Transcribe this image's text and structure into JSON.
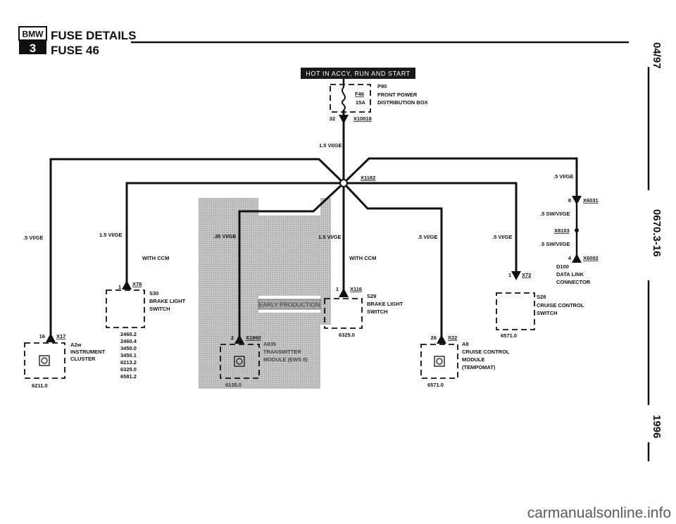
{
  "header": {
    "logo_text": "BMW",
    "series_digit": "3",
    "title": "FUSE DETAILS",
    "subtitle": "FUSE 46"
  },
  "side": {
    "date": "04/97",
    "page_code": "0670.3-16",
    "year": "1996"
  },
  "power_bar": "HOT IN ACCY, RUN AND START",
  "fuse": {
    "ref": "F46",
    "rating": "15A",
    "box_ref": "P90",
    "box_name_1": "FRONT POWER",
    "box_name_2": "DISTRIBUTION BOX",
    "pin": "32",
    "connector": "X10018"
  },
  "wires": {
    "main": "1.5 VI/GE",
    "splice": "X1182",
    "w_left": ".5 VI/GE",
    "w_s30": "1.5 VI/GE",
    "w_ews": ".35 VI/GE",
    "w_s29": "1.5 VI/GE",
    "w_a8": ".5 VI/GE",
    "w_s28": ".5 VI/GE",
    "w_right": ".5 VI/GE",
    "w_sw1": ".5 SW/VI/GE",
    "w_sw2": ".5 SW/VI/GE"
  },
  "components": {
    "a2w": {
      "pin": "16",
      "conn": "X17",
      "ref": "A2w",
      "name_1": "INSTRUMENT",
      "name_2": "CLUSTER",
      "page": "6211.0"
    },
    "s30": {
      "note": "WITH CCM",
      "pin": "1",
      "conn": "X78",
      "ref": "S30",
      "name_1": "BRAKE LIGHT",
      "name_2": "SWITCH",
      "pages": [
        "2460.2",
        "2460.4",
        "3450.0",
        "3450.1",
        "6213.2",
        "6325.0",
        "6581.2"
      ]
    },
    "ews": {
      "label": "EARLY PRODUCTION",
      "pin": "2",
      "conn": "X1860",
      "ref": "A835",
      "name_1": "TRANSMITTER",
      "name_2": "MODULE (EWS II)",
      "page": "6135.0"
    },
    "s29": {
      "note": "WITH CCM",
      "pin": "1",
      "conn": "X116",
      "ref": "S29",
      "name_1": "BRAKE LIGHT",
      "name_2": "SWITCH",
      "page": "6325.0"
    },
    "a8": {
      "pin": "26",
      "conn": "X22",
      "ref": "A8",
      "name_1": "CRUISE CONTROL",
      "name_2": "MODULE",
      "name_3": "(TEMPOMAT)",
      "page": "6571.0"
    },
    "s28": {
      "pin": "1",
      "conn": "X72",
      "ref": "S28",
      "name_1": "CRUISE CONTROL",
      "name_2": "SWITCH",
      "page": "6571.0"
    },
    "x6031": {
      "pin": "8",
      "conn": "X6031"
    },
    "x8103": {
      "conn": "X8103"
    },
    "x6002": {
      "pin": "4",
      "conn": "X6002",
      "ref": "D100",
      "name_1": "DATA LINK",
      "name_2": "CONNECTOR"
    }
  },
  "watermark": "carmanualsonline.info",
  "colors": {
    "ink": "#111111",
    "shade": "#b9b9b9",
    "bar": "#1a1a1a"
  }
}
